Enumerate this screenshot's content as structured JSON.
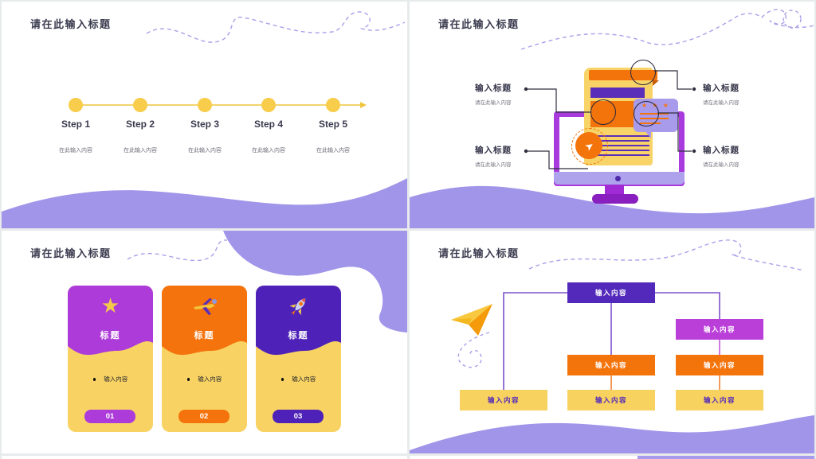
{
  "deck": {
    "slide1": {
      "title": "请在此输入标题",
      "steps": [
        {
          "label": "Step 1",
          "desc": "在此输入内容"
        },
        {
          "label": "Step 2",
          "desc": "在此输入内容"
        },
        {
          "label": "Step 3",
          "desc": "在此输入内容"
        },
        {
          "label": "Step 4",
          "desc": "在此输入内容"
        },
        {
          "label": "Step 5",
          "desc": "在此输入内容"
        }
      ]
    },
    "slide2": {
      "title": "请在此输入标题",
      "callouts": {
        "left_top": {
          "title": "输入标题",
          "desc": "请在此输入内容"
        },
        "left_bottom": {
          "title": "输入标题",
          "desc": "请在此输入内容"
        },
        "right_top": {
          "title": "输入标题",
          "desc": "请在此输入内容"
        },
        "right_bottom": {
          "title": "输入标题",
          "desc": "请在此输入内容"
        }
      }
    },
    "slide3": {
      "title": "请在此输入标题",
      "cards": [
        {
          "icon": "star-icon",
          "title": "标题",
          "bullet": "输入内容",
          "badge": "01",
          "accent": "#AC3BD9"
        },
        {
          "icon": "plane-icon",
          "title": "标题",
          "bullet": "输入内容",
          "badge": "02",
          "accent": "#F4730C"
        },
        {
          "icon": "rocket-icon",
          "title": "标题",
          "bullet": "输入内容",
          "badge": "03",
          "accent": "#4E22B8"
        }
      ]
    },
    "slide4": {
      "title": "请在此输入标题",
      "nodes": {
        "root": "输入内容",
        "branch_right": "输入内容",
        "mid_center": "输入内容",
        "mid_right": "输入内容",
        "leaf_left": "输入内容",
        "leaf_center": "输入内容",
        "leaf_right": "输入内容"
      }
    }
  },
  "glyphs": {
    "star": "★",
    "stars_row": "★ ★ ★",
    "cursor_arrow": "➤"
  },
  "colors": {
    "wave_purple": "#A195E9",
    "accent_yellow": "#F7CD4B",
    "accent_orange": "#F4730C",
    "accent_magenta": "#AC3BD9",
    "accent_violet": "#5229BB",
    "bubble_lavender": "#A99BEB",
    "title_text": "#3A3A4E",
    "muted_text": "#6D6D7A"
  }
}
